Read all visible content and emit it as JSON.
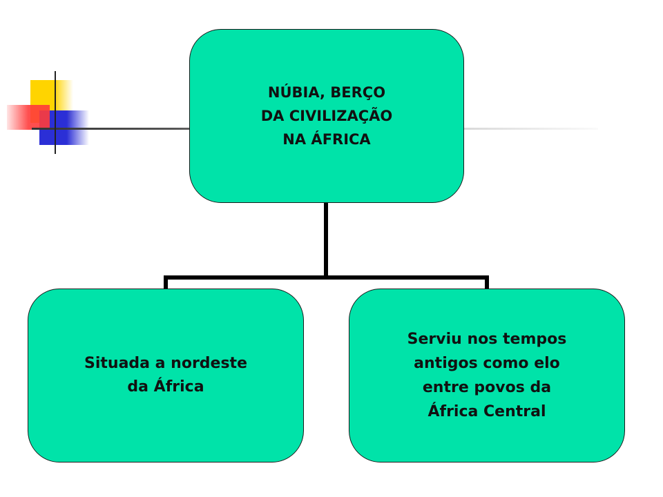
{
  "diagram": {
    "root": {
      "label": "NÚBIA, BERÇO\nDA CIVILIZAÇÃO\nNA ÁFRICA"
    },
    "children": [
      {
        "label": "Situada a nordeste\nda África"
      },
      {
        "label": "Serviu nos tempos\nantigos como elo\nentre povos da\nÁfrica Central"
      }
    ],
    "colors": {
      "box_fill": "#00e3a9",
      "connector": "#000000",
      "accent_yellow": "#ffd400",
      "accent_blue": "#2b2fd6",
      "accent_red": "#ff3b3b"
    }
  }
}
